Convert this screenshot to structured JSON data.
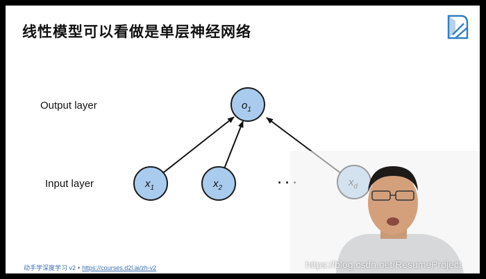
{
  "title": "线性模型可以看做是单层神经网络",
  "labels": {
    "output": "Output layer",
    "input": "Input layer"
  },
  "nodes": {
    "o1": {
      "base": "o",
      "sub": "1"
    },
    "x1": {
      "base": "x",
      "sub": "1"
    },
    "x2": {
      "base": "x",
      "sub": "2"
    },
    "xd": {
      "base": "x",
      "sub": "d"
    },
    "ellipsis": "· · ·"
  },
  "footer": {
    "course": "动手学深度学习 v2",
    "separator": "•",
    "url": "https://courses.d2l.ai/zh-v2"
  },
  "watermark": "https://blog.csdn.net/ResumeProject",
  "colors": {
    "node_fill": "#a9cbee",
    "node_stroke": "#1a1a1a",
    "logo": "#2e7fc4",
    "link": "#3a6fb0"
  }
}
